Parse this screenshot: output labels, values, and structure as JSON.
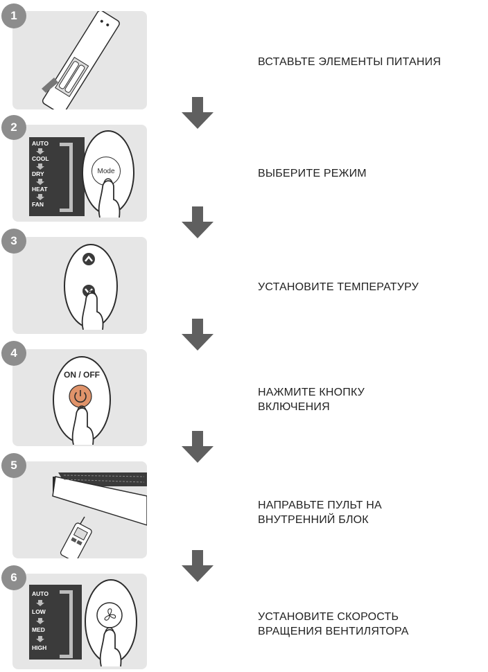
{
  "steps": [
    {
      "number": "1",
      "text": "ВСТАВЬТЕ ЭЛЕМЕНТЫ ПИТАНИЯ"
    },
    {
      "number": "2",
      "text": "ВЫБЕРИТЕ РЕЖИМ"
    },
    {
      "number": "3",
      "text": "УСТАНОВИТЕ ТЕМПЕРАТУРУ"
    },
    {
      "number": "4",
      "text": "НАЖМИТЕ КНОПКУ\nВКЛЮЧЕНИЯ"
    },
    {
      "number": "5",
      "text": "НАПРАВЬТЕ ПУЛЬТ НА\nВНУТРЕННИЙ БЛОК"
    },
    {
      "number": "6",
      "text": "УСТАНОВИТЕ СКОРОСТЬ\nВРАЩЕНИЯ ВЕНТИЛЯТОРА"
    }
  ],
  "mode_list": [
    "AUTO",
    "COOL",
    "DRY",
    "HEAT",
    "FAN"
  ],
  "mode_button_label": "Mode",
  "fan_list": [
    "AUTO",
    "LOW",
    "MED",
    "HIGH"
  ],
  "power_button_label": "ON / OFF",
  "colors": {
    "panel": "#e6e6e6",
    "badge": "#8d8d8d",
    "arrow": "#5f5f5f",
    "power": "#e0936a"
  }
}
